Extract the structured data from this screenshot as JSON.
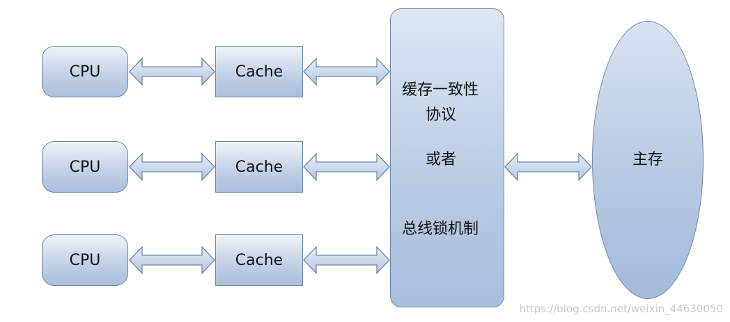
{
  "rows": [
    {
      "cpu_label": "CPU",
      "cache_label": "Cache"
    },
    {
      "cpu_label": "CPU",
      "cache_label": "Cache"
    },
    {
      "cpu_label": "CPU",
      "cache_label": "Cache"
    }
  ],
  "bus": {
    "protocol_line1": "缓存一致性",
    "protocol_line2": "协议",
    "or": "或者",
    "lock": "总线锁机制"
  },
  "memory": {
    "label": "主存"
  },
  "watermark": "https://blog.csdn.net/weixin_44630050",
  "colors": {
    "box_border": "#6f86a8",
    "box_fill_top": "#eef3fa",
    "box_fill_bottom": "#aabfdc",
    "arrow_fill": "#c7d6ea"
  }
}
